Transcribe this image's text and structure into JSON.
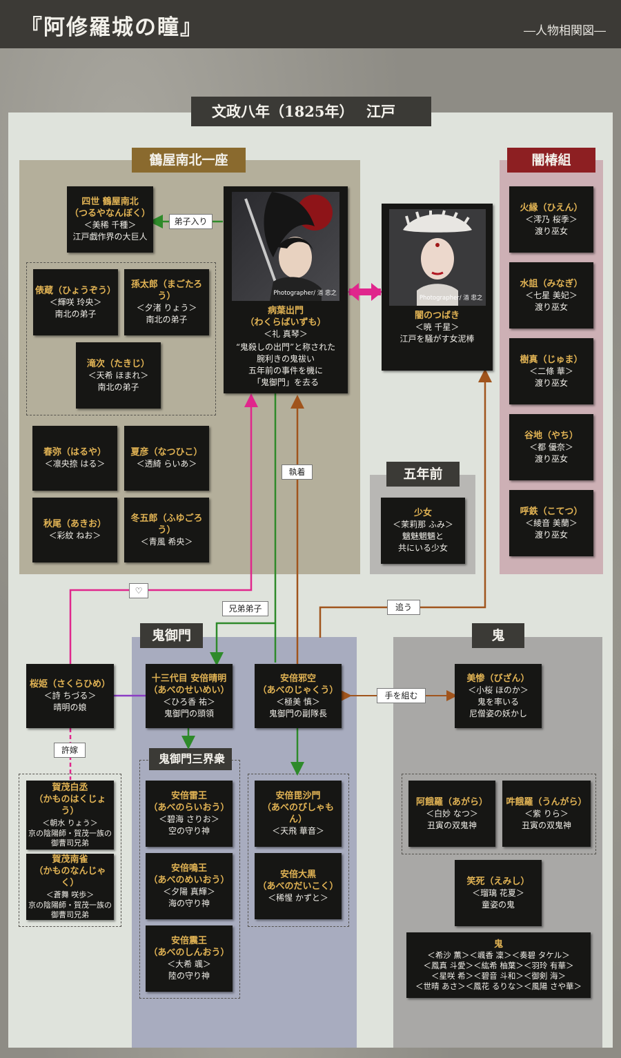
{
  "header": {
    "title": "『阿修羅城の瞳』",
    "subtitle": "―人物相関図―"
  },
  "era": {
    "year": "文政八年（1825年）",
    "place": "江戸"
  },
  "groups": {
    "tsuruya": "鶴屋南北一座",
    "yami": "闇椿組",
    "gonen": "五年前",
    "kimikado": "鬼御門",
    "sankai": "鬼御門三界衆",
    "oni": "鬼"
  },
  "characters": {
    "nanboku": {
      "name": "四世 鶴屋南北\n（つるやなんぼく）",
      "actor": "＜美稀 千種＞",
      "desc": "江戸戯作界の大巨人"
    },
    "kurazo": {
      "name": "俵蔵（ひょうぞう）",
      "actor": "＜輝咲 玲央＞",
      "desc": "南北の弟子"
    },
    "magotaro": {
      "name": "孫太郎（まごたろう）",
      "actor": "＜夕渚 りょう＞",
      "desc": "南北の弟子"
    },
    "takiji": {
      "name": "滝次（たきじ）",
      "actor": "＜天希 ほまれ＞",
      "desc": "南北の弟子"
    },
    "haruya": {
      "name": "春弥（はるや）",
      "actor": "＜凛央捺 はる＞",
      "desc": ""
    },
    "natsuhiko": {
      "name": "夏彦（なつひこ）",
      "actor": "＜透綺 らいあ＞",
      "desc": ""
    },
    "akio": {
      "name": "秋尾（あきお）",
      "actor": "＜彩紋 ねお＞",
      "desc": ""
    },
    "fuyugoro": {
      "name": "冬五郎（ふゆごろう）",
      "actor": "＜青風 希央＞",
      "desc": ""
    },
    "izumo": {
      "name": "病葉出門\n（わくらばいずも）",
      "actor": "＜礼 真琴＞",
      "desc": "“鬼殺しの出門”と称された\n腕利きの鬼祓い\n五年前の事件を機に\n「鬼御門」を去る",
      "credit": "Photographer/ 渞 忠之"
    },
    "tsubaki": {
      "name": "闇のつばき",
      "actor": "＜暁 千星＞",
      "desc": "江戸を騒がす女泥棒",
      "credit": "Photographer/ 渞 忠之"
    },
    "hien": {
      "name": "火縁（ひえん）",
      "actor": "＜澪乃 桜季＞",
      "desc": "渡り巫女"
    },
    "minagi": {
      "name": "水詛（みなぎ）",
      "actor": "＜七星 美妃＞",
      "desc": "渡り巫女"
    },
    "juma": {
      "name": "樹真（じゅま）",
      "actor": "＜二條 華＞",
      "desc": "渡り巫女"
    },
    "yachi": {
      "name": "谷地（やち）",
      "actor": "＜都 優奈＞",
      "desc": "渡り巫女"
    },
    "kotetsu": {
      "name": "呼鉄（こてつ）",
      "actor": "＜綾音 美蘭＞",
      "desc": "渡り巫女"
    },
    "shojo": {
      "name": "少女",
      "actor": "＜茉莉那 ふみ＞",
      "desc": "魑魅魍魎と\n共にいる少女"
    },
    "sakurahime": {
      "name": "桜姫（さくらひめ）",
      "actor": "＜詩 ちづる＞",
      "desc": "晴明の娘"
    },
    "seimei": {
      "name": "十三代目 安倍晴明\n（あべのせいめい）",
      "actor": "＜ひろ香 祐＞",
      "desc": "鬼御門の頭領"
    },
    "jaku": {
      "name": "安倍邪空\n（あべのじゃくう）",
      "actor": "＜極美 慎＞",
      "desc": "鬼御門の副隊長"
    },
    "bizan": {
      "name": "美惨（びざん）",
      "actor": "＜小桜 ほのか＞",
      "desc": "鬼を率いる\n尼僧姿の妖かし"
    },
    "hakujo": {
      "name": "賀茂白丞\n（かものはくじょう）",
      "actor": "＜朝水 りょう＞",
      "desc": "京の陰陽師・賀茂一族の\n御曹司兄弟"
    },
    "nanjaku": {
      "name": "賀茂南雀\n（かものなんじゃく）",
      "actor": "＜蒼舞 咲歩＞",
      "desc": "京の陰陽師・賀茂一族の\n御曹司兄弟"
    },
    "raio": {
      "name": "安倍雷王\n（あべのらいおう）",
      "actor": "＜碧海 さりお＞",
      "desc": "空の守り神"
    },
    "meio": {
      "name": "安倍鳴王\n（あべのめいおう）",
      "actor": "＜夕陽 真輝＞",
      "desc": "海の守り神"
    },
    "shinno": {
      "name": "安倍震王\n（あべのしんおう）",
      "actor": "＜大希 颯＞",
      "desc": "陸の守り神"
    },
    "bishamon": {
      "name": "安倍毘沙門\n（あべのびしゃもん）",
      "actor": "＜天飛 華音＞",
      "desc": ""
    },
    "daikoku": {
      "name": "安倍大黒\n（あべのだいこく）",
      "actor": "＜稀惺 かずと＞",
      "desc": ""
    },
    "agara": {
      "name": "阿餓羅（あがら）",
      "actor": "＜白妙 なつ＞",
      "desc": "丑寅の双鬼神"
    },
    "ungara": {
      "name": "吽餓羅（うんがら）",
      "actor": "＜紫 りら＞",
      "desc": "丑寅の双鬼神"
    },
    "emishi": {
      "name": "笑死（えみし）",
      "actor": "＜瑠璃 花夏＞",
      "desc": "童姿の鬼"
    },
    "oni_group": {
      "name": "鬼",
      "actor": "",
      "desc": "＜希沙 薫＞＜颯香 凜＞＜奏碧 タケル＞\n＜鳳真 斗愛＞＜紘希 柚葉＞＜羽玲 有華＞\n＜星咲 希＞＜碧音 斗和＞＜御剣 海＞\n＜世晴 あさ＞＜鳳花 るりな＞＜風陽 さや華＞"
    }
  },
  "relations": {
    "deshiiri": "弟子入り",
    "shuchaku": "執着",
    "heart": "♡",
    "kyodai": "兄弟弟子",
    "ou": "追う",
    "te": "手を組む",
    "iinazuke": "許嫁"
  },
  "colors": {
    "green": "#2e8a2a",
    "brown": "#a0541c",
    "pink": "#e0268c",
    "purple": "#8b3cc4",
    "gold_name": "#e1b354"
  }
}
